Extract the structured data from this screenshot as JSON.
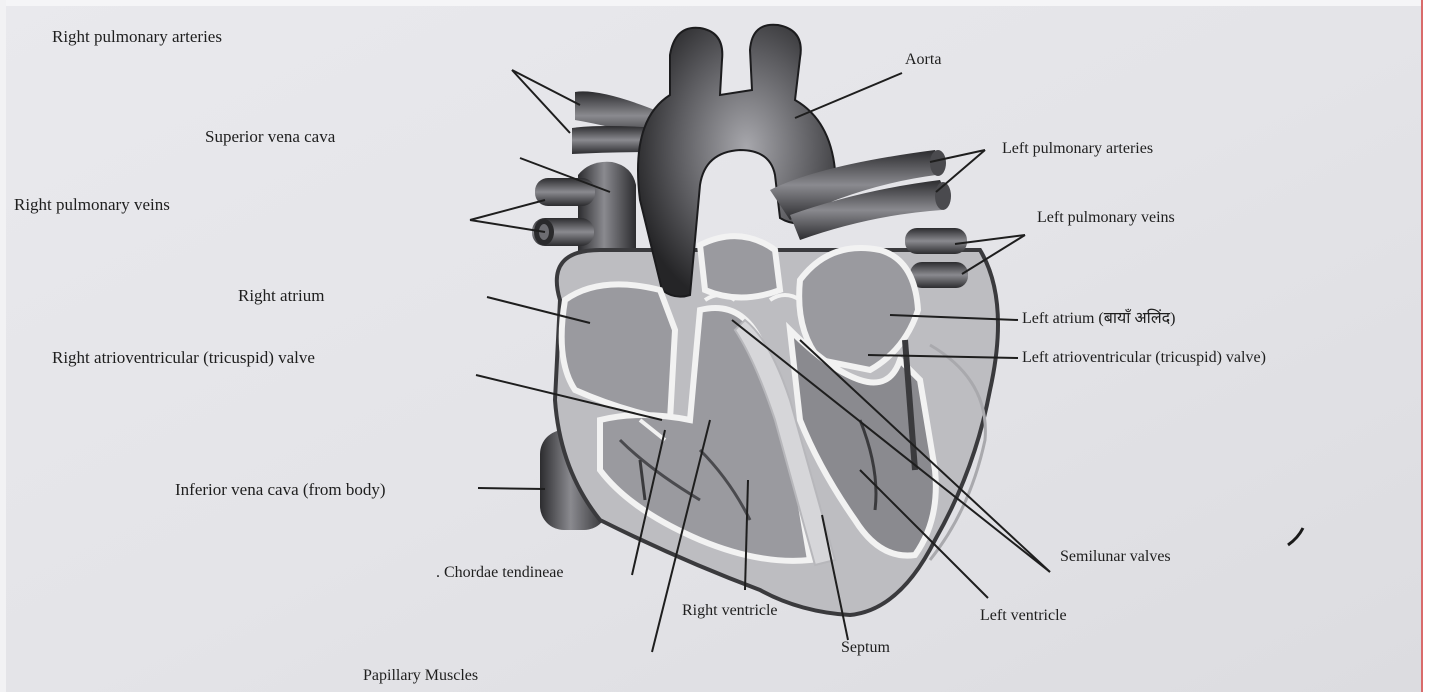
{
  "figure": {
    "subject": "human heart (longitudinal section)",
    "colors": {
      "paper": "#e6e6ea",
      "ink": "#1e1e1e",
      "vessel_dark": "#3a3a3d",
      "vessel_mid": "#6b6b70",
      "chamber": "#9a9a9f",
      "wall": "#c9c9cc",
      "outer_tissue": "#bdbdc1"
    }
  },
  "labels": {
    "right_pulmonary_arteries": "Right pulmonary arteries",
    "superior_vena_cava": "Superior vena cava",
    "right_pulmonary_veins": "Right pulmonary veins",
    "right_atrium": "Right atrium",
    "right_av_valve": "Right atrioventricular (tricuspid) valve",
    "inferior_vena_cava": "Inferior vena cava (from body)",
    "chordae_tendineae": ". Chordae tendineae",
    "papillary_muscles": "Papillary Muscles",
    "right_ventricle": "Right ventricle",
    "septum": "Septum",
    "aorta": "Aorta",
    "left_pulmonary_arteries": "Left pulmonary arteries",
    "left_pulmonary_veins": "Left pulmonary veins",
    "left_atrium": "Left atrium (बायाँ अलिंद)",
    "left_av_valve": "Left atrioventricular (tricuspid) valve)",
    "semilunar_valves": "Semilunar valves",
    "left_ventricle": "Left ventricle"
  }
}
